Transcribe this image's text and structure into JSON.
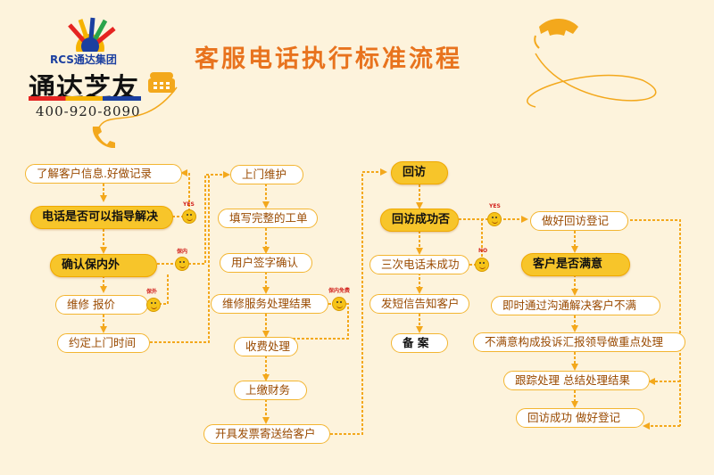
{
  "header": {
    "title": "客服电话执行标准流程",
    "brand_top": "RCS通达集团",
    "brand_name": "通达芝友",
    "phone": "400-920-8090"
  },
  "col1": {
    "n1": "了解客户信息.好做记录",
    "n2": "电话是否可以指导解决",
    "n3": "确认保内外",
    "n4": "维修 报价",
    "n5": "约定上门时间"
  },
  "col2": {
    "n1": "上门维护",
    "n2": "填写完整的工单",
    "n3": "用户签字确认",
    "n4": "维修服务处理结果",
    "n5": "收费处理",
    "n6": "上缴财务",
    "n7": "开具发票寄送给客户"
  },
  "col3": {
    "n1": "回访",
    "n2": "回访成功否",
    "n3": "三次电话未成功",
    "n4": "发短信告知客户",
    "n5": "备  案"
  },
  "col4": {
    "n1": "做好回访登记",
    "n2": "客户是否满意",
    "n3": "即时通过沟通解决客户不满",
    "n4": "不满意构成投诉汇报领导做重点处理",
    "n5": "跟踪处理 总结处理结果",
    "n6": "回访成功 做好登记"
  },
  "tags": {
    "yes1": "YES",
    "inw": "保内",
    "outw": "保外",
    "paid": "保内免费",
    "yes2": "YES",
    "no": "NO"
  },
  "colors": {
    "accent": "#f3a81c",
    "title": "#e8731e",
    "key_fill": "#f7c52a"
  }
}
